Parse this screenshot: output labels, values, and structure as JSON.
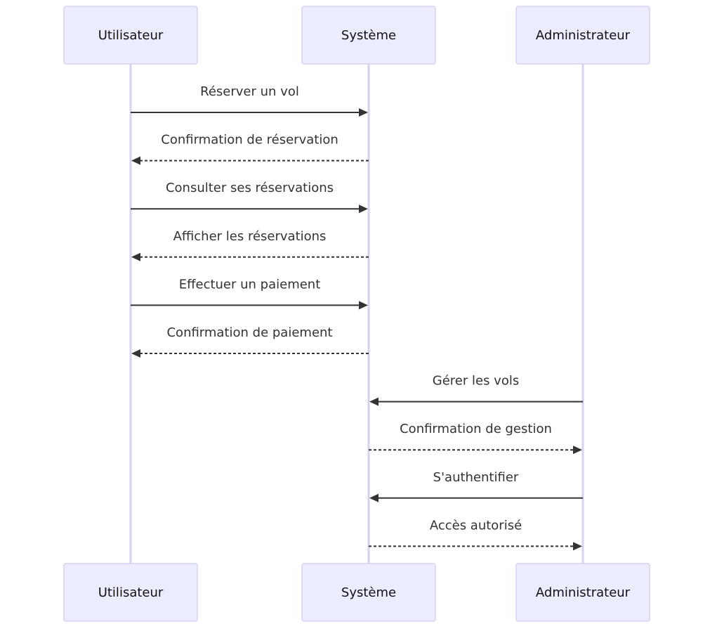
{
  "participants": [
    {
      "id": "utilisateur",
      "label": "Utilisateur"
    },
    {
      "id": "systeme",
      "label": "Système"
    },
    {
      "id": "administrateur",
      "label": "Administrateur"
    }
  ],
  "messages": [
    {
      "from": "utilisateur",
      "to": "systeme",
      "text": "Réserver un vol",
      "style": "solid"
    },
    {
      "from": "systeme",
      "to": "utilisateur",
      "text": "Confirmation de réservation",
      "style": "dashed"
    },
    {
      "from": "utilisateur",
      "to": "systeme",
      "text": "Consulter ses réservations",
      "style": "solid"
    },
    {
      "from": "systeme",
      "to": "utilisateur",
      "text": "Afficher les réservations",
      "style": "dashed"
    },
    {
      "from": "utilisateur",
      "to": "systeme",
      "text": "Effectuer un paiement",
      "style": "solid"
    },
    {
      "from": "systeme",
      "to": "utilisateur",
      "text": "Confirmation de paiement",
      "style": "dashed"
    },
    {
      "from": "administrateur",
      "to": "systeme",
      "text": "Gérer les vols",
      "style": "solid"
    },
    {
      "from": "systeme",
      "to": "administrateur",
      "text": "Confirmation de gestion",
      "style": "dashed"
    },
    {
      "from": "administrateur",
      "to": "systeme",
      "text": "S'authentifier",
      "style": "solid"
    },
    {
      "from": "systeme",
      "to": "administrateur",
      "text": "Accès autorisé",
      "style": "dashed"
    }
  ],
  "colors": {
    "actor_fill": "#ECECFF",
    "actor_border": "#D6D2F0",
    "lifeline": "#D6D2F0",
    "message": "#333333"
  }
}
